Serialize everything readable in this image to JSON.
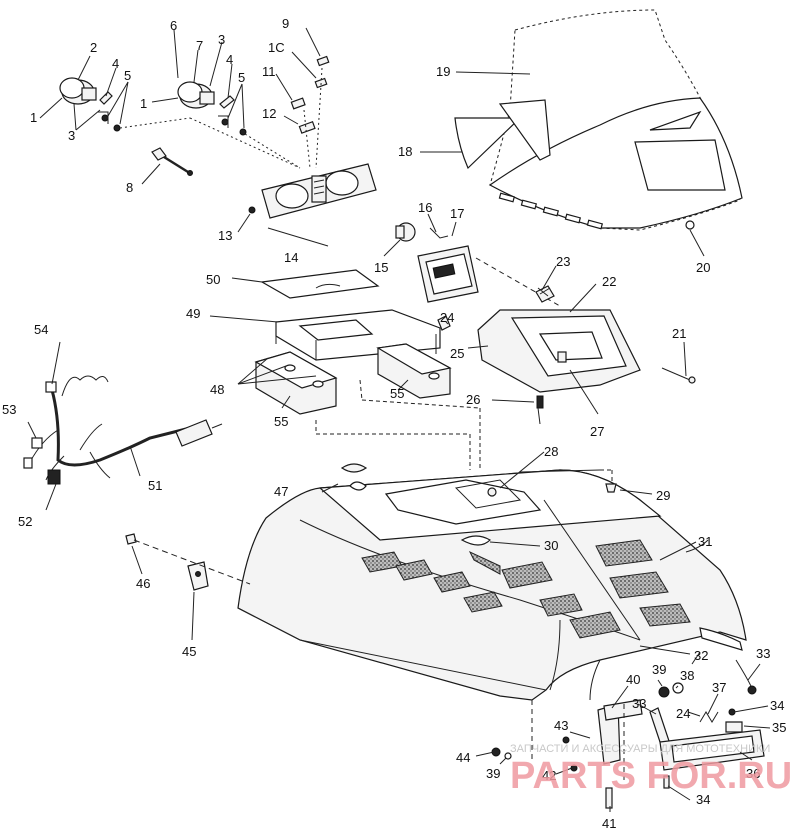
{
  "callouts": {
    "c1a": "1",
    "c1b": "1",
    "c2": "2",
    "c3a": "3",
    "c3b": "3",
    "c4a": "4",
    "c4b": "4",
    "c5a": "5",
    "c5b": "5",
    "c6": "6",
    "c7": "7",
    "c8": "8",
    "c9": "9",
    "c10": "1C",
    "c11": "11",
    "c12": "12",
    "c13": "13",
    "c14": "14",
    "c15": "15",
    "c16": "16",
    "c17": "17",
    "c18": "18",
    "c19": "19",
    "c20": "20",
    "c21": "21",
    "c22": "22",
    "c23": "23",
    "c24a": "24",
    "c24b": "24",
    "c25": "25",
    "c26": "26",
    "c27": "27",
    "c28": "28",
    "c29": "29",
    "c30": "30",
    "c31": "31",
    "c32": "32",
    "c33a": "33",
    "c33b": "33",
    "c34a": "34",
    "c34b": "34",
    "c35": "35",
    "c36": "36",
    "c37": "37",
    "c38": "38",
    "c39a": "39",
    "c39b": "39",
    "c40": "40",
    "c41": "41",
    "c42": "42",
    "c43": "43",
    "c44": "44",
    "c45": "45",
    "c46": "46",
    "c47": "47",
    "c48": "48",
    "c49": "49",
    "c50": "50",
    "c51": "51",
    "c52": "52",
    "c53": "53",
    "c54": "54",
    "c55a": "55",
    "c55b": "55"
  },
  "watermark": {
    "caption": "ЗАПЧАСТИ И АКСЕССУАРЫ ДЛЯ МОТОТЕХНИКИ",
    "brand": "PARTS FOR.RU"
  },
  "colors": {
    "line": "#222222",
    "watermark": "#ef9aa0"
  }
}
